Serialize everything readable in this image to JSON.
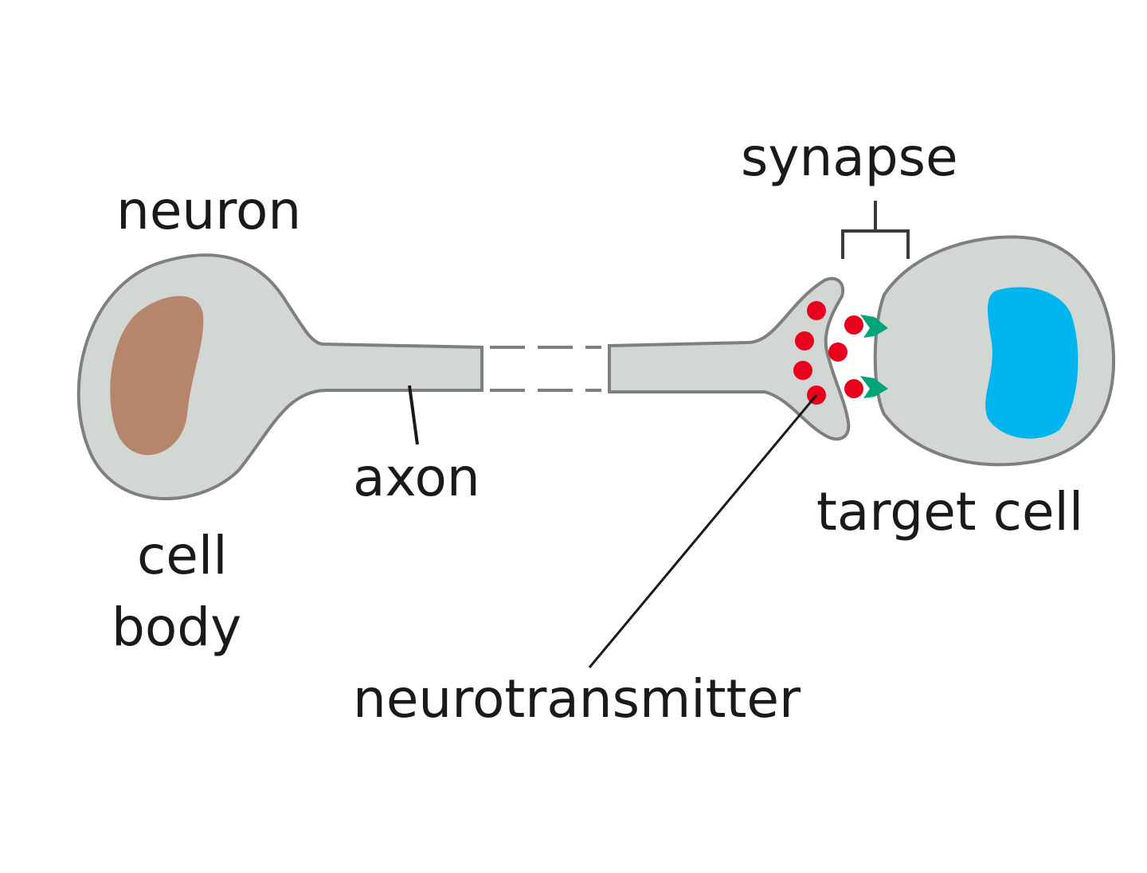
{
  "labels": {
    "neuron": "neuron",
    "cell_body_line1": "cell",
    "cell_body_line2": "body",
    "axon": "axon",
    "synapse": "synapse",
    "target_cell": "target cell",
    "neurotransmitter": "neurotransmitter"
  },
  "colors": {
    "cell_fill": "#d3d7d4",
    "cell_stroke": "#7d807e",
    "nucleus_neuron": "#b5866c",
    "nucleus_target": "#00b4ee",
    "neurotransmitter": "#e8001c",
    "receptor": "#00a479",
    "label_text": "#1a1a1a"
  }
}
